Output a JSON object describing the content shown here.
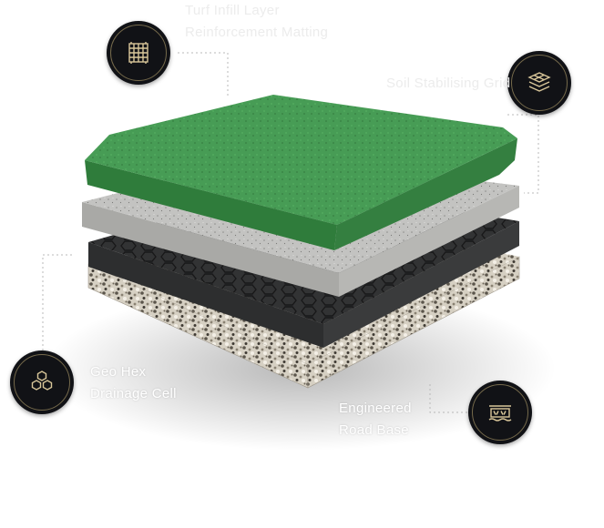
{
  "callouts": [
    {
      "label": "Turf Infill Layer\nReinforcement Matting",
      "icon": "grid-mesh-icon"
    },
    {
      "label": "Soil Stabilising Grid",
      "icon": "stacked-layers-icon"
    },
    {
      "label": "Geo Hex\nDrainage Cell",
      "icon": "hexagon-cells-icon"
    },
    {
      "label": "Engineered\nRoad Base",
      "icon": "road-base-icon"
    }
  ],
  "layers": [
    "grass-turf-layer",
    "concrete-layer",
    "geo-hex-layer",
    "gravel-base-layer"
  ],
  "colors": {
    "badge": "#111216",
    "badge_ring": "#c8b278",
    "icon": "#d9c79a",
    "turf": "#3f9a4e",
    "concrete": "#bdbdbb",
    "hex": "#333435",
    "gravel": "#d8d2c6",
    "leader": "#b8b8b8"
  }
}
